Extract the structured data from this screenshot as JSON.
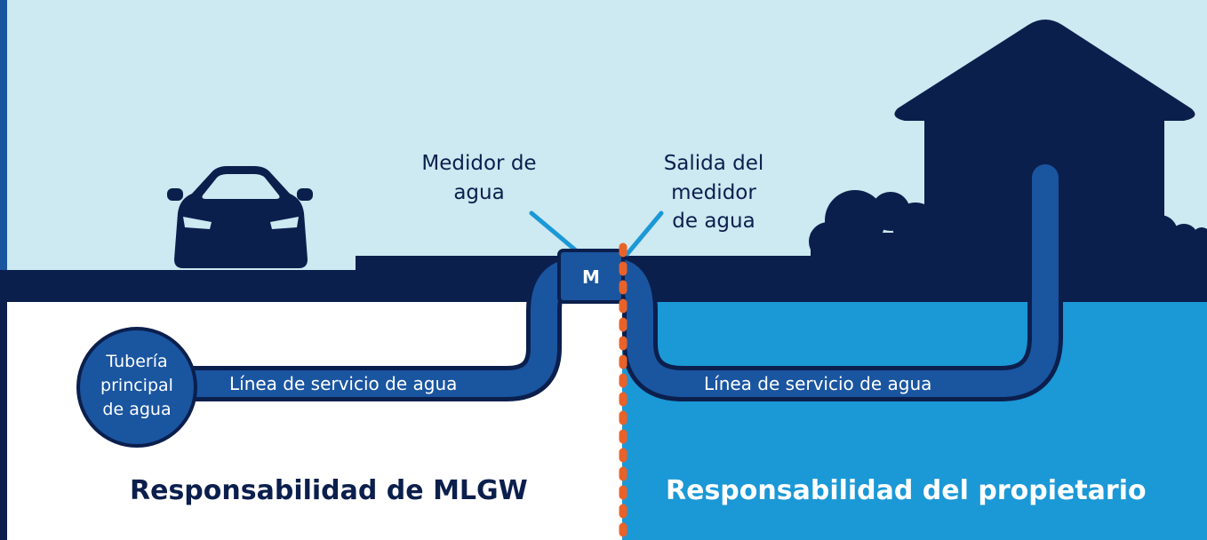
{
  "colors": {
    "sky": "#cde9f1",
    "ground": "#0b1f4d",
    "pipe": "#1a55a0",
    "pipe_outline": "#0b1f4d",
    "owner_zone": "#1b98d6",
    "mlgw_zone": "#ffffff",
    "boundary_dots": "#e8622a",
    "left_edge_bar": "#1a55a0"
  },
  "icons": [
    "car-icon",
    "house-icon",
    "bush-icon",
    "water-meter-icon",
    "water-main-icon"
  ],
  "labels": {
    "meter": "Medidor de agua",
    "meter_outlet": "Salida del medidor de agua",
    "meter_symbol": "M",
    "water_main": "Tubería principal de agua",
    "service_line_left": "Línea de servicio de agua",
    "service_line_right": "Línea de servicio de agua",
    "mlgw_responsibility": "Responsabilidad de MLGW",
    "owner_responsibility": "Responsabilidad del propietario"
  }
}
